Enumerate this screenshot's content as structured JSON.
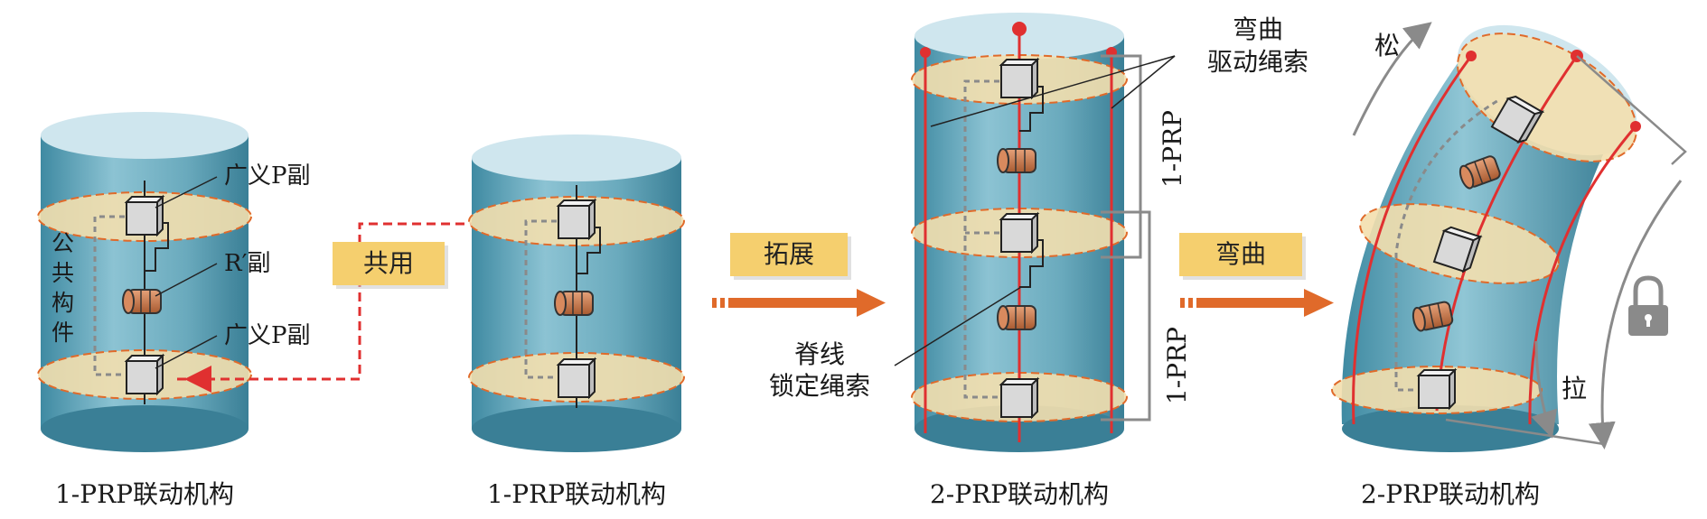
{
  "colors": {
    "cyl_body": "#5fa2b7",
    "cyl_top": "#cfe6ee",
    "disk": "#f3dfae",
    "disk_edge": "#e06a2a",
    "cable": "#e03030",
    "roller": "#c8784a",
    "tag_fill": "#f5cf6e",
    "arrow_orange": "#e06a2a",
    "arrow_red": "#e03030",
    "grey": "#8a8a8a"
  },
  "icons": {
    "lock": "lock-icon",
    "roller": "roller-icon",
    "cube": "cube-icon"
  },
  "stages": {
    "s1": {
      "caption": "1-PRP联动机构"
    },
    "s2": {
      "caption": "1-PRP联动机构"
    },
    "s3": {
      "caption": "2-PRP联动机构"
    },
    "s4": {
      "caption": "2-PRP联动机构"
    }
  },
  "annotations": {
    "p_pair_top": "广义P副",
    "r_pair": "R′副",
    "p_pair_bottom": "广义P副",
    "common_member": [
      "公",
      "共",
      "构",
      "件"
    ],
    "bending_cable": [
      "弯曲",
      "驱动绳索"
    ],
    "spine_cable": [
      "脊线",
      "锁定绳索"
    ],
    "prp_top": "1-PRP",
    "prp_bottom": "1-PRP",
    "loosen": "松",
    "pull": "拉"
  },
  "steps": {
    "share": "共用",
    "extend": "拓展",
    "bend": "弯曲"
  }
}
